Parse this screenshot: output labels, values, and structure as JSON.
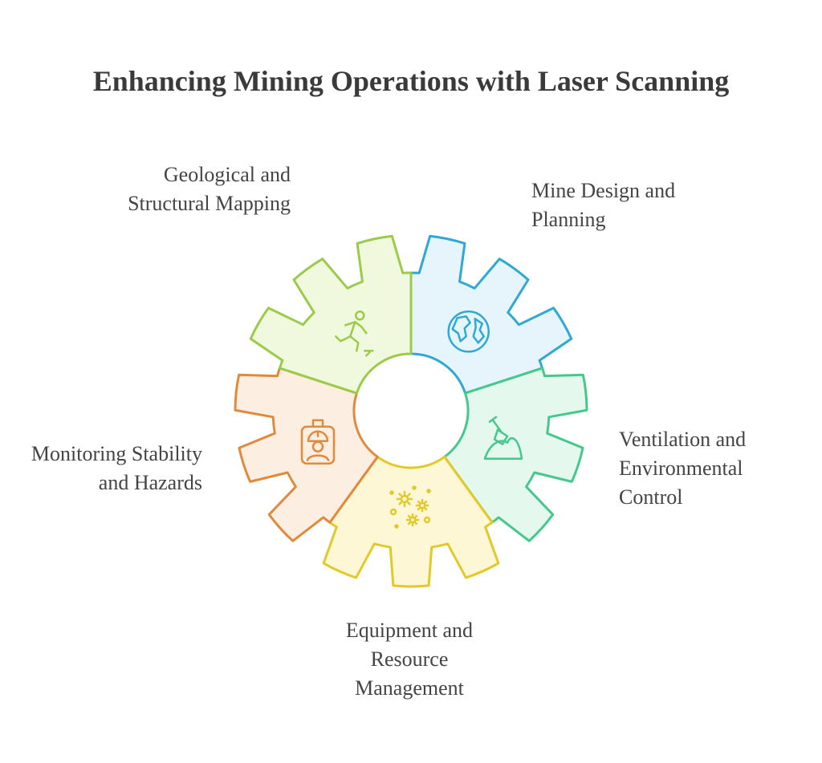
{
  "title": "Enhancing Mining Operations with Laser Scanning",
  "segments": [
    {
      "id": "geo",
      "label_lines": [
        "Geological and",
        "Structural Mapping"
      ],
      "icon": "globe-icon",
      "fill": "#e6f5fc",
      "stroke": "#2fa8d3"
    },
    {
      "id": "mine",
      "label_lines": [
        "Mine Design and",
        "Planning"
      ],
      "icon": "shovel-mound-icon",
      "fill": "#e4f8ee",
      "stroke": "#45c88c"
    },
    {
      "id": "vent",
      "label_lines": [
        "Ventilation and",
        "Environmental",
        "Control"
      ],
      "icon": "particles-icon",
      "fill": "#fdf7d6",
      "stroke": "#e2c92a"
    },
    {
      "id": "equip",
      "label_lines": [
        "Equipment and",
        "Resource",
        "Management"
      ],
      "icon": "worker-badge-icon",
      "fill": "#fdeee2",
      "stroke": "#e08a3e"
    },
    {
      "id": "mon",
      "label_lines": [
        "Monitoring Stability",
        "and Hazards"
      ],
      "icon": "running-person-icon",
      "fill": "#f0f8dd",
      "stroke": "#9ccb4a"
    }
  ]
}
